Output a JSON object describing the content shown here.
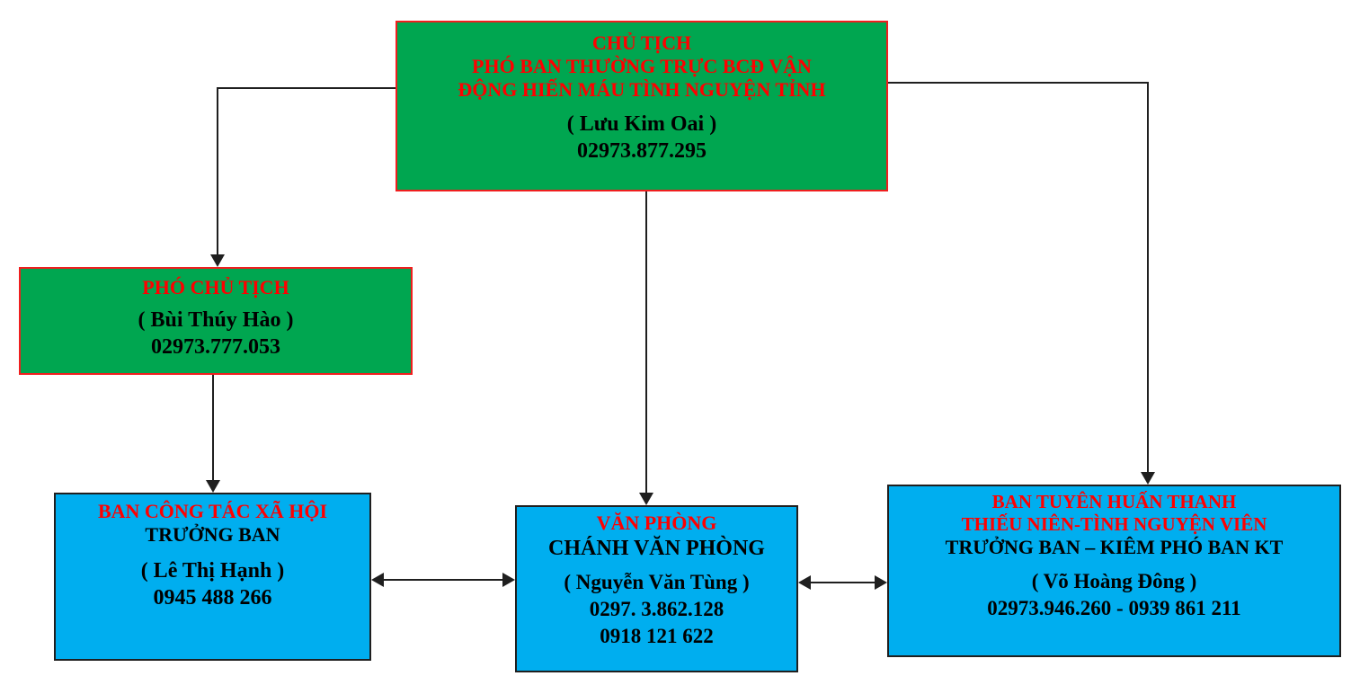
{
  "diagram_title": "Blood donation steering board organization chart",
  "colors": {
    "green_fill": "#00A650",
    "blue_fill": "#00AEEF",
    "red_text": "#FF0000",
    "red_border": "#F01E1E",
    "black_text": "#000000",
    "line_color": "#1f1f1f"
  },
  "nodes": {
    "chairman": {
      "title1": "CHỦ TỊCH",
      "title2": "PHÓ BAN THƯỜNG TRỰC BCĐ VẬN",
      "title3": "ĐỘNG HIẾN MÁU TÌNH NGUYỆN TỈNH",
      "name": "( Lưu Kim Oai )",
      "phone": "02973.877.295"
    },
    "vice_chairman": {
      "title1": "PHÓ CHỦ TỊCH",
      "name": "( Bùi Thúy Hào )",
      "phone": "02973.777.053"
    },
    "social_work": {
      "title1": "BAN CÔNG TÁC XÃ HỘI",
      "role": "TRƯỞNG BAN",
      "name": "( Lê Thị Hạnh )",
      "phone": "0945 488 266"
    },
    "office": {
      "title1": "VĂN PHÒNG",
      "role": "CHÁNH VĂN PHÒNG",
      "name": "( Nguyễn Văn Tùng )",
      "phone1": "0297. 3.862.128",
      "phone2": "0918 121 622"
    },
    "youth": {
      "title1": "BAN TUYÊN HUẤN THANH",
      "title2": "THIẾU NIÊN-TÌNH NGUYỆN VIÊN",
      "role": "TRƯỞNG BAN – KIÊM PHÓ BAN KT",
      "name": "( Võ Hoàng Đông )",
      "phone": "02973.946.260 - 0939 861 211"
    }
  }
}
